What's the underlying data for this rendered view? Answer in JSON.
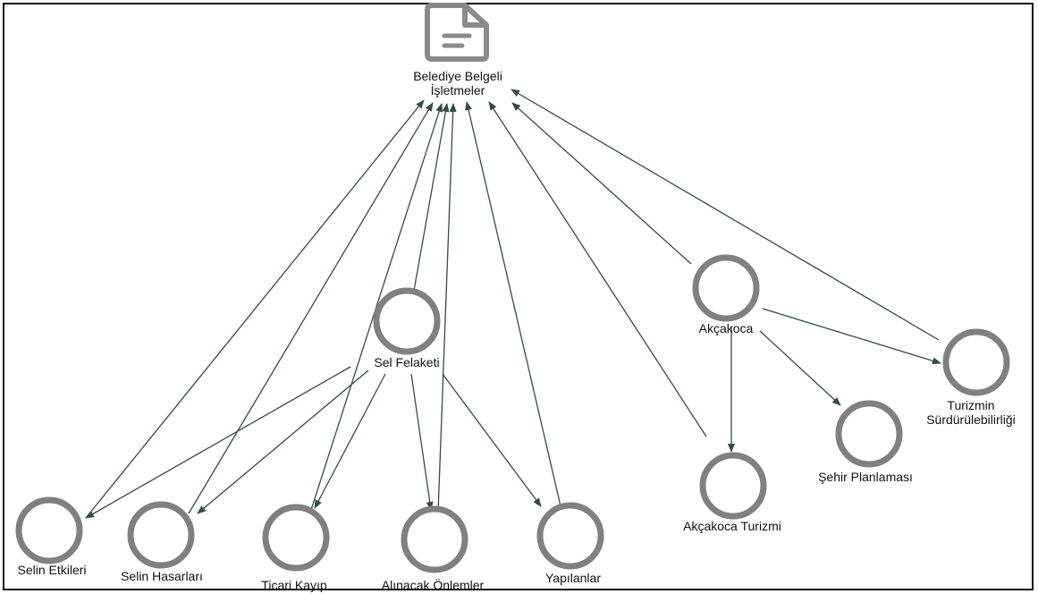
{
  "diagram": {
    "colors": {
      "node_stroke": "#808080",
      "edge": "#2f4f47",
      "label": "#111111",
      "document_icon": "#8a8a8a"
    },
    "nodes": [
      {
        "id": "belediye",
        "kind": "document-icon",
        "label": "Belediye Belgeli",
        "label2": "İşletmeler"
      },
      {
        "id": "sel",
        "kind": "circle",
        "label": "Sel Felaketi"
      },
      {
        "id": "akcakoca",
        "kind": "circle",
        "label": "Akçakoca"
      },
      {
        "id": "turizmin",
        "kind": "circle",
        "label": "Turizmin",
        "label2": "Sürdürülebilirliği"
      },
      {
        "id": "sehir",
        "kind": "circle",
        "label": "Şehir Planlaması"
      },
      {
        "id": "akturizm",
        "kind": "circle",
        "label": "Akçakoca Turizmi"
      },
      {
        "id": "selin_etk",
        "kind": "circle",
        "label": "Selin Etkileri"
      },
      {
        "id": "selin_has",
        "kind": "circle",
        "label": "Selin Hasarları"
      },
      {
        "id": "ticari",
        "kind": "circle",
        "label": "Ticari Kayıp"
      },
      {
        "id": "alinacak",
        "kind": "circle",
        "label": "Alınacak Önlemler"
      },
      {
        "id": "yapilanlar",
        "kind": "circle",
        "label": "Yapılanlar"
      }
    ],
    "edges": [
      {
        "from": "selin_etk",
        "to": "belediye"
      },
      {
        "from": "selin_has",
        "to": "belediye"
      },
      {
        "from": "ticari",
        "to": "belediye"
      },
      {
        "from": "sel",
        "to": "belediye"
      },
      {
        "from": "alinacak",
        "to": "belediye"
      },
      {
        "from": "yapilanlar",
        "to": "belediye"
      },
      {
        "from": "akturizm",
        "to": "belediye"
      },
      {
        "from": "akcakoca",
        "to": "belediye"
      },
      {
        "from": "turizmin",
        "to": "belediye"
      },
      {
        "from": "sel",
        "to": "selin_etk"
      },
      {
        "from": "sel",
        "to": "selin_has"
      },
      {
        "from": "sel",
        "to": "ticari"
      },
      {
        "from": "sel",
        "to": "alinacak"
      },
      {
        "from": "sel",
        "to": "yapilanlar"
      },
      {
        "from": "akcakoca",
        "to": "turizmin"
      },
      {
        "from": "akcakoca",
        "to": "sehir"
      },
      {
        "from": "akcakoca",
        "to": "akturizm"
      }
    ]
  }
}
